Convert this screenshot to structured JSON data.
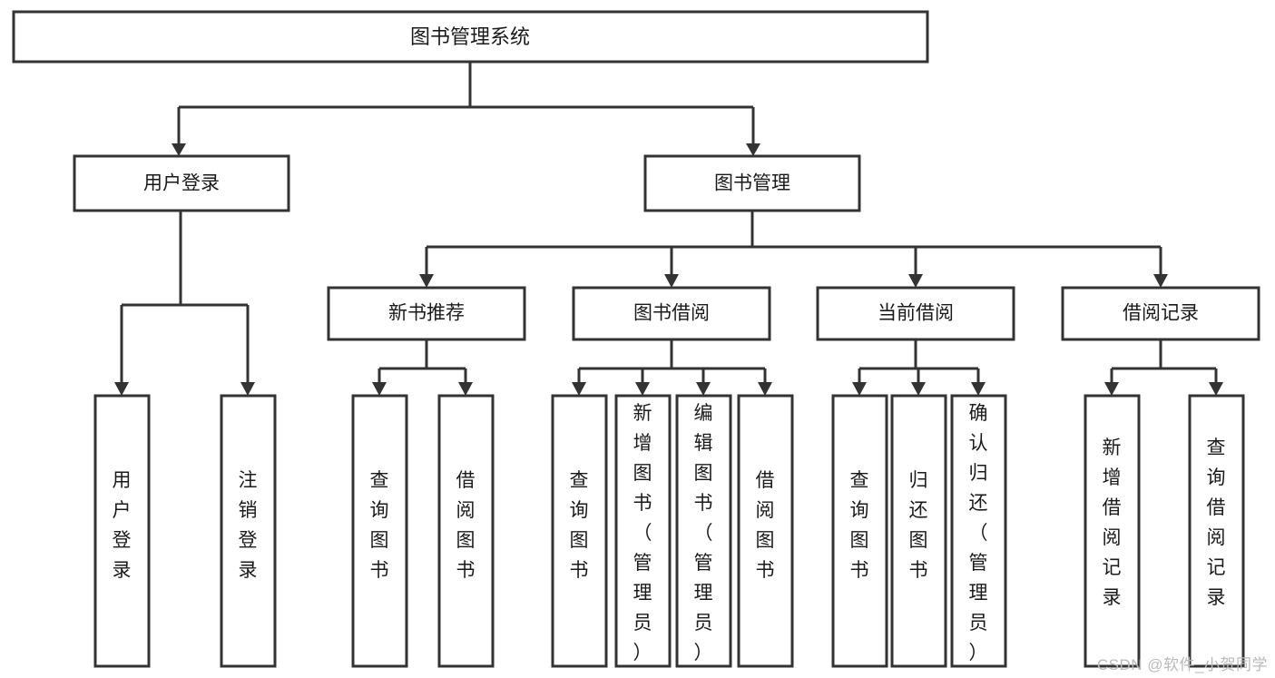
{
  "diagram": {
    "title": "图书管理系统",
    "root": {
      "id": "root",
      "label": "图书管理系统",
      "orientation": "horizontal"
    },
    "level2": [
      {
        "id": "user-login",
        "label": "用户登录",
        "orientation": "horizontal"
      },
      {
        "id": "book-manage",
        "label": "图书管理",
        "orientation": "horizontal"
      }
    ],
    "level3": [
      {
        "id": "new-book-recommend",
        "label": "新书推荐",
        "orientation": "horizontal"
      },
      {
        "id": "book-borrow",
        "label": "图书借阅",
        "orientation": "horizontal"
      },
      {
        "id": "current-borrow",
        "label": "当前借阅",
        "orientation": "horizontal"
      },
      {
        "id": "borrow-record",
        "label": "借阅记录",
        "orientation": "horizontal"
      }
    ],
    "leaves": {
      "user_login": [
        {
          "id": "leaf-user-login",
          "label": "用户登录",
          "orientation": "vertical"
        },
        {
          "id": "leaf-logout-login",
          "label": "注销登录",
          "orientation": "vertical"
        }
      ],
      "new_book_recommend": [
        {
          "id": "leaf-query-book-1",
          "label": "查询图书",
          "orientation": "vertical"
        },
        {
          "id": "leaf-borrow-book-1",
          "label": "借阅图书",
          "orientation": "vertical"
        }
      ],
      "book_borrow": [
        {
          "id": "leaf-query-book-2",
          "label": "查询图书",
          "orientation": "vertical"
        },
        {
          "id": "leaf-add-book",
          "label": "新增图书（管理员）",
          "orientation": "vertical"
        },
        {
          "id": "leaf-edit-book",
          "label": "编辑图书（管理员）",
          "orientation": "vertical"
        },
        {
          "id": "leaf-borrow-book-2",
          "label": "借阅图书",
          "orientation": "vertical"
        }
      ],
      "current_borrow": [
        {
          "id": "leaf-query-book-3",
          "label": "查询图书",
          "orientation": "vertical"
        },
        {
          "id": "leaf-return-book",
          "label": "归还图书",
          "orientation": "vertical"
        },
        {
          "id": "leaf-confirm-return",
          "label": "确认归还（管理员）",
          "orientation": "vertical"
        }
      ],
      "borrow_record": [
        {
          "id": "leaf-add-borrow-record",
          "label": "新增借阅记录",
          "orientation": "vertical"
        },
        {
          "id": "leaf-query-borrow-record",
          "label": "查询借阅记录",
          "orientation": "vertical"
        }
      ]
    },
    "colors": {
      "box_stroke": "#333333",
      "box_fill": "#ffffff",
      "text": "#1a1a1a",
      "connector": "#333333",
      "watermark": "#b9b9b9",
      "background": "#ffffff"
    }
  },
  "watermark": {
    "text": "CSDN @软件_小贺同学"
  }
}
